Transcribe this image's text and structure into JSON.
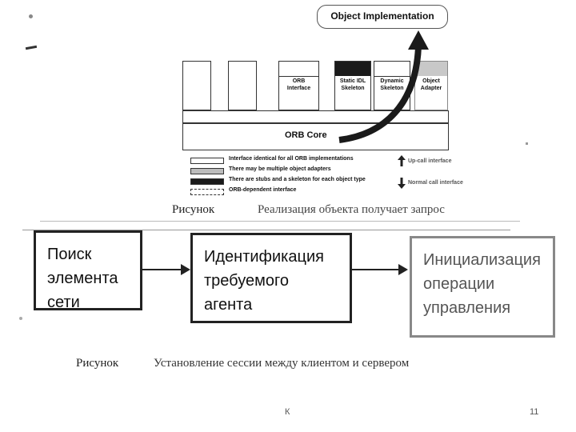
{
  "orb_figure": {
    "implementation_label": "Object Implementation",
    "components": [
      {
        "label": "",
        "top_fill": "#ffffff"
      },
      {
        "label": "",
        "top_fill": "#ffffff"
      },
      {
        "label": "ORB\nInterface",
        "top_fill": "#ffffff"
      },
      {
        "label": "Static IDL\nSkeleton",
        "top_fill": "#1a1a1a"
      },
      {
        "label": "Dynamic\nSkeleton",
        "top_fill": "#ffffff"
      },
      {
        "label": "Object\nAdapter",
        "top_fill": "#c8c8c8"
      }
    ],
    "core_label": "ORB Core",
    "legend": [
      {
        "text": "Interface identical for all ORB implementations",
        "swatch": "#ffffff"
      },
      {
        "text": "There may be multiple object adapters",
        "swatch": "#bdbdbd"
      },
      {
        "text": "There are stubs and a skeleton for each object type",
        "swatch": "#1a1a1a"
      },
      {
        "text": "ORB-dependent interface",
        "swatch": "#ffffff"
      }
    ],
    "legend_right": [
      {
        "text": "Up-call interface",
        "icon": "up-arrow-icon"
      },
      {
        "text": "Normal call interface",
        "icon": "down-arrow-icon"
      }
    ],
    "caption_prefix": "Рисунок",
    "caption_text": "Реализация объекта получает запрос"
  },
  "flow_figure": {
    "boxes": [
      {
        "text": "Поиск\nэлемента\nсети"
      },
      {
        "text": "Идентификация\nтребуемого\nагента"
      },
      {
        "text": "Инициализация\nоперации\nуправления"
      }
    ],
    "caption_prefix": "Рисунок",
    "caption_text": "Установление сессии между клиентом и сервером"
  },
  "footer": {
    "left_mark": "К",
    "page_number": "11"
  }
}
